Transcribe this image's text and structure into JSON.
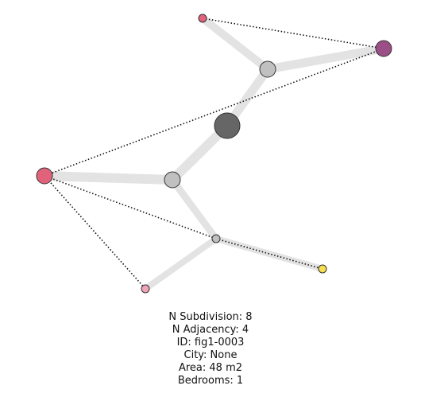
{
  "caption": {
    "n_subdivision": "N Subdivision: 8",
    "n_adjacency": "N Adjacency: 4",
    "id": "ID: fig1-0003",
    "city": "City: None",
    "area": "Area: 48 m2",
    "bedrooms": "Bedrooms: 1"
  },
  "graph": {
    "nodes": [
      {
        "id": "n-top-small-red",
        "color": "#e1637b",
        "size": "small"
      },
      {
        "id": "n-purple",
        "color": "#9b4f86",
        "size": "medium"
      },
      {
        "id": "n-grey-upper",
        "color": "#c0c0c0",
        "size": "medium"
      },
      {
        "id": "n-dark-center",
        "color": "#666666",
        "size": "large"
      },
      {
        "id": "n-left-red",
        "color": "#e1637b",
        "size": "medium"
      },
      {
        "id": "n-grey-middle",
        "color": "#c0c0c0",
        "size": "medium"
      },
      {
        "id": "n-grey-lower",
        "color": "#c0c0c0",
        "size": "small"
      },
      {
        "id": "n-yellow",
        "color": "#f7df4f",
        "size": "small"
      },
      {
        "id": "n-pink-bottom",
        "color": "#f0a4b8",
        "size": "small"
      }
    ],
    "edge_color": "#e3e3e3",
    "dotted_color": "#111111"
  }
}
